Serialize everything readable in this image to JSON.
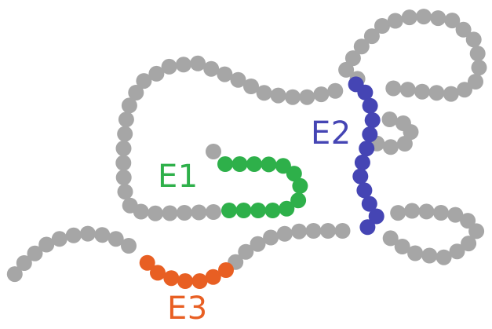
{
  "colors": {
    "background": "#ffffff",
    "chain": "#a6a6a6",
    "E1": "#2eb04a",
    "E2": "#4545b4",
    "E3": "#e85f23"
  },
  "labels": {
    "E1": "E1",
    "E2": "E2",
    "E3": "E3"
  }
}
